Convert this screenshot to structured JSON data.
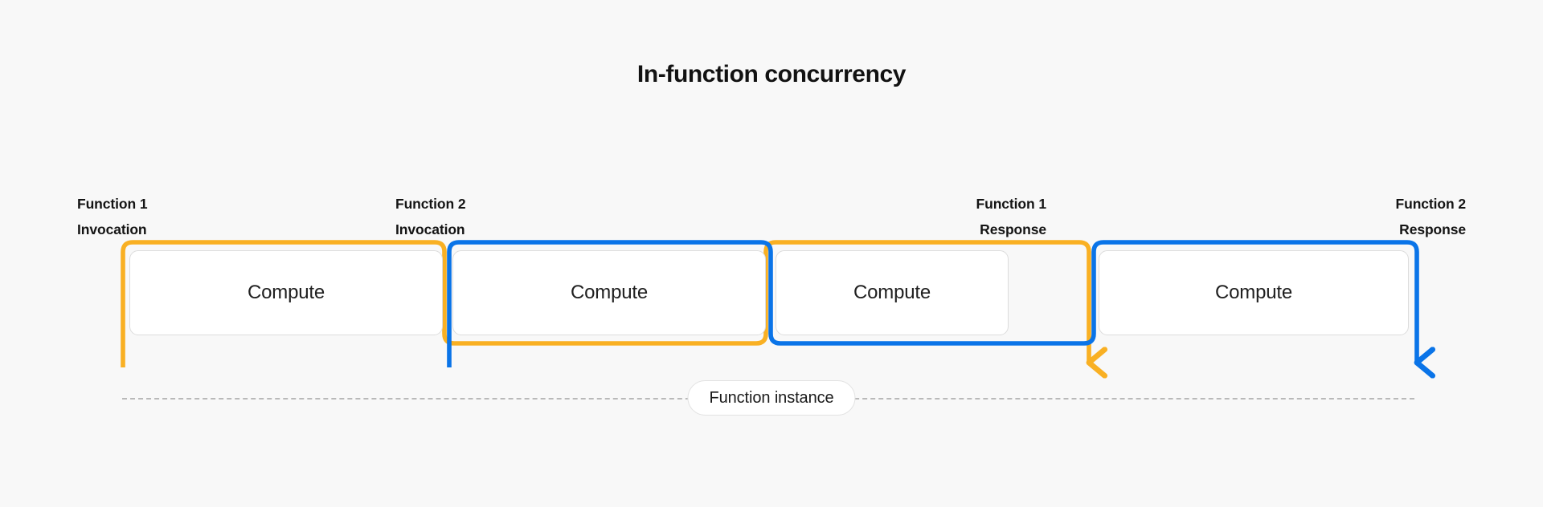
{
  "diagram": {
    "title": "In-function concurrency",
    "background_color": "#f8f8f8",
    "colors": {
      "orange": "#F9B023",
      "blue": "#0A74E8",
      "card_border": "#dcdcdc",
      "card_fill": "#ffffff",
      "dashed_line": "#b9b9b9",
      "text": "#141414"
    }
  },
  "events": [
    {
      "id": "function-1-invocation",
      "line1": "Function 1",
      "line2": "Invocation",
      "align": "left",
      "color": "#F9B023"
    },
    {
      "id": "function-2-invocation",
      "line1": "Function 2",
      "line2": "Invocation",
      "align": "left",
      "color": "#0A74E8"
    },
    {
      "id": "function-1-response",
      "line1": "Function 1",
      "line2": "Response",
      "align": "right",
      "color": "#F9B023"
    },
    {
      "id": "function-2-response",
      "line1": "Function 2",
      "line2": "Response",
      "align": "right",
      "color": "#0A74E8"
    }
  ],
  "compute_blocks": [
    {
      "id": "compute-1",
      "label": "Compute",
      "owner": "Function 1",
      "color": "#F9B023"
    },
    {
      "id": "compute-2",
      "label": "Compute",
      "owner": "Function 2",
      "color": "#0A74E8"
    },
    {
      "id": "compute-3",
      "label": "Compute",
      "owner": "Function 1",
      "color": "#F9B023"
    },
    {
      "id": "compute-4",
      "label": "Compute",
      "owner": "Function 2",
      "color": "#0A74E8"
    }
  ],
  "instance": {
    "label": "Function instance",
    "line_style": "dashed"
  }
}
